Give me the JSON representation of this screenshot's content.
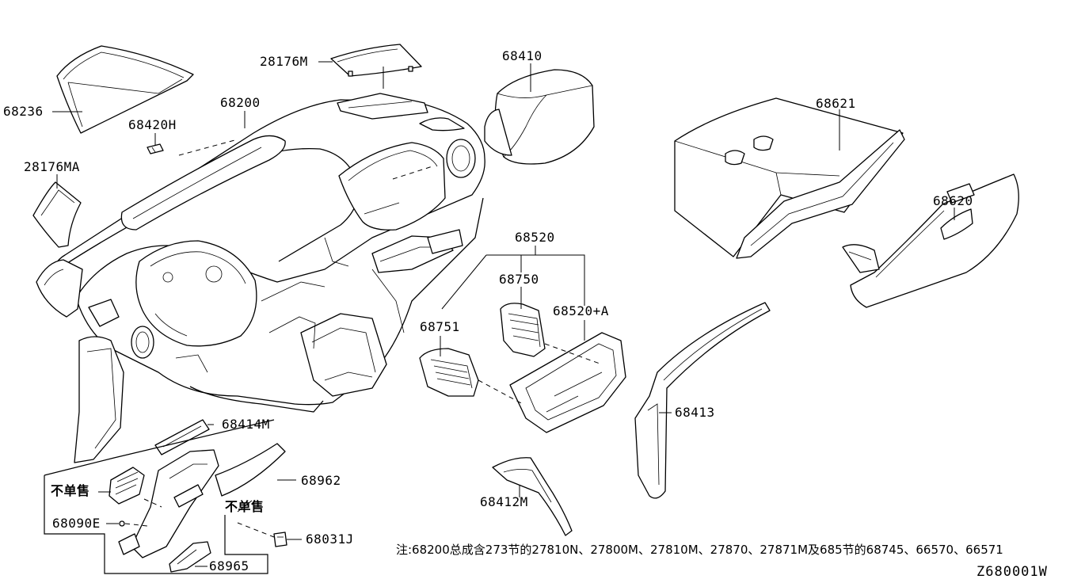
{
  "diagram": {
    "parts": {
      "p68236": "68236",
      "p28176M": "28176M",
      "p68410": "68410",
      "p68200": "68200",
      "p68420H": "68420H",
      "p28176MA": "28176MA",
      "p68621": "68621",
      "p68620": "68620",
      "p68520": "68520",
      "p68750": "68750",
      "p68751": "68751",
      "p68520A": "68520+A",
      "p68413": "68413",
      "p68414M": "68414M",
      "p68962": "68962",
      "p68412M": "68412M",
      "p68090E": "68090E",
      "p68031J": "68031J",
      "p68965": "68965"
    },
    "not_sold_1": "不单售",
    "not_sold_2": "不单售",
    "footnote": "注:68200总成含273节的27810N、27800M、27810M、27870、27871M及685节的68745、66570、66571",
    "diagram_code": "Z680001W"
  }
}
